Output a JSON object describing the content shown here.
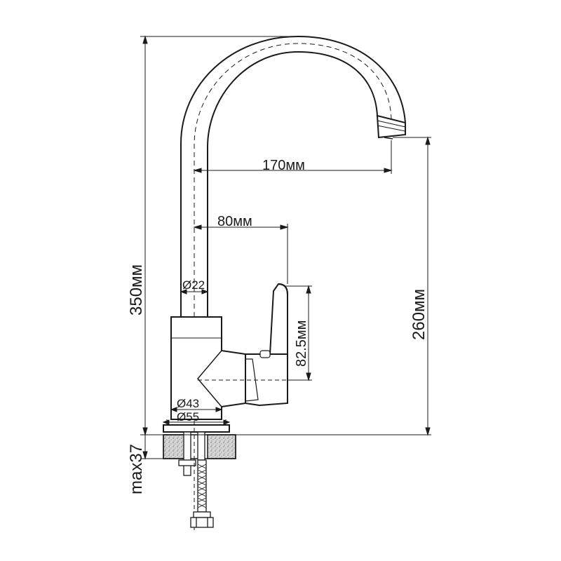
{
  "diagram": {
    "type": "faucet-technical-drawing",
    "colors": {
      "line": "#1a1a1a",
      "background": "#ffffff",
      "countertop": "#888888"
    },
    "dimensions": {
      "total_height": "350мм",
      "spout_height": "260мм",
      "spout_reach": "170мм",
      "handle_reach": "80мм",
      "handle_height": "82.5мм",
      "spout_diameter": "Ø22",
      "body_diameter": "Ø43",
      "base_diameter": "Ø55",
      "countertop_max": "max37"
    }
  }
}
